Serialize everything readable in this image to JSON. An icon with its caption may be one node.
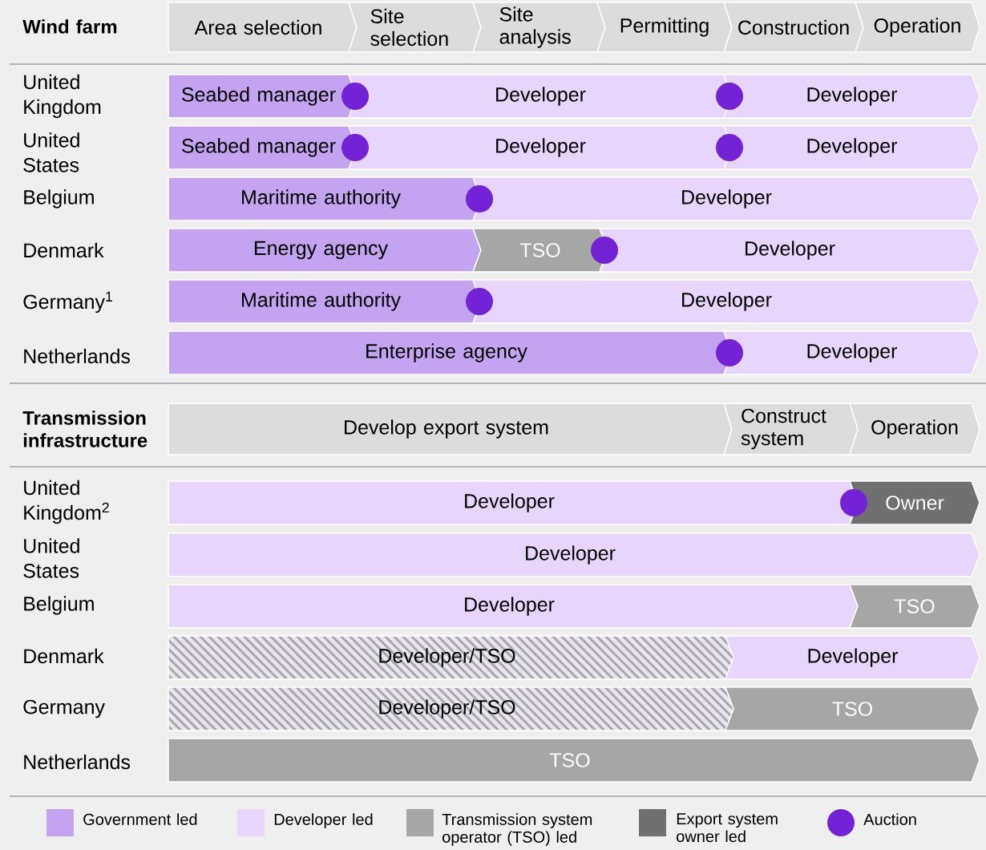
{
  "diagram": {
    "nodes": [
      {
        "text": [
          "Area selection"
        ]
      },
      {
        "text": [
          "Site selection"
        ]
      },
      {
        "text": [
          "Site analysis"
        ]
      },
      {
        "text": [
          "Permitting"
        ]
      },
      {
        "text": [
          "Construction"
        ]
      },
      {
        "text": [
          "Operation"
        ]
      },
      {
        "text": [
          "Seabed manager"
        ]
      },
      {
        "text": [],
        "shape": "circle"
      },
      {
        "text": [
          "Developer"
        ]
      },
      {
        "text": [],
        "shape": "circle"
      },
      {
        "text": [
          "Developer"
        ]
      },
      {
        "text": [
          "Seabed manager"
        ]
      },
      {
        "text": [],
        "shape": "circle"
      },
      {
        "text": [
          "Developer"
        ]
      },
      {
        "text": [],
        "shape": "circle"
      },
      {
        "text": [
          "Developer"
        ]
      },
      {
        "text": [
          "Maritime authority"
        ]
      },
      {
        "text": [],
        "shape": "circle"
      },
      {
        "text": [
          "Developer"
        ]
      },
      {
        "text": [
          "Energy agency"
        ]
      },
      {
        "text": [
          "TSO"
        ]
      },
      {
        "text": [],
        "shape": "circle"
      },
      {
        "text": [
          "Developer"
        ]
      },
      {
        "text": [
          "Maritime authority"
        ]
      },
      {
        "text": [],
        "shape": "circle"
      },
      {
        "text": [
          "Developer"
        ]
      },
      {
        "text": [
          "Enterprise agency"
        ]
      },
      {
        "text": [],
        "shape": "circle"
      },
      {
        "text": [
          "Developer"
        ]
      },
      {
        "text": [
          "Develop export system"
        ]
      },
      {
        "text": [
          "Construct system"
        ]
      },
      {
        "text": [
          "Operation"
        ]
      },
      {
        "text": [
          "Developer"
        ]
      },
      {
        "text": [],
        "shape": "circle"
      },
      {
        "text": [
          "Owner"
        ]
      },
      {
        "text": [
          "Developer"
        ]
      },
      {
        "text": [
          "Developer"
        ]
      },
      {
        "text": [
          "TSO"
        ]
      },
      {
        "text": [
          "Developer/TSO"
        ]
      },
      {
        "text": [
          "Developer"
        ]
      },
      {
        "text": [
          "Developer/TSO"
        ]
      },
      {
        "text": [
          "TSO"
        ]
      },
      {
        "text": [
          "TSO"
        ]
      }
    ],
    "labels": [
      "Wind farm",
      "United Kingdom",
      "United States",
      "Belgium",
      "Denmark",
      "Germany$^{1}$",
      "Netherlands",
      "Transmission infrastructure",
      "United Kingdom$^{2}$",
      "United States",
      "Belgium",
      "Denmark",
      "Germany",
      "Netherlands"
    ],
    "legend": [
      {
        "text": "Government led",
        "color": "#c4a3f0"
      },
      {
        "text": "Developer led",
        "color": "#e8d5fb"
      },
      {
        "text": "Transmission system operator (TSO) led",
        "color": "#a6a6a6"
      },
      {
        "text": "Export system owner led",
        "color": "#707070"
      },
      {
        "text": "Auction",
        "color": "#7422d6"
      }
    ]
  }
}
